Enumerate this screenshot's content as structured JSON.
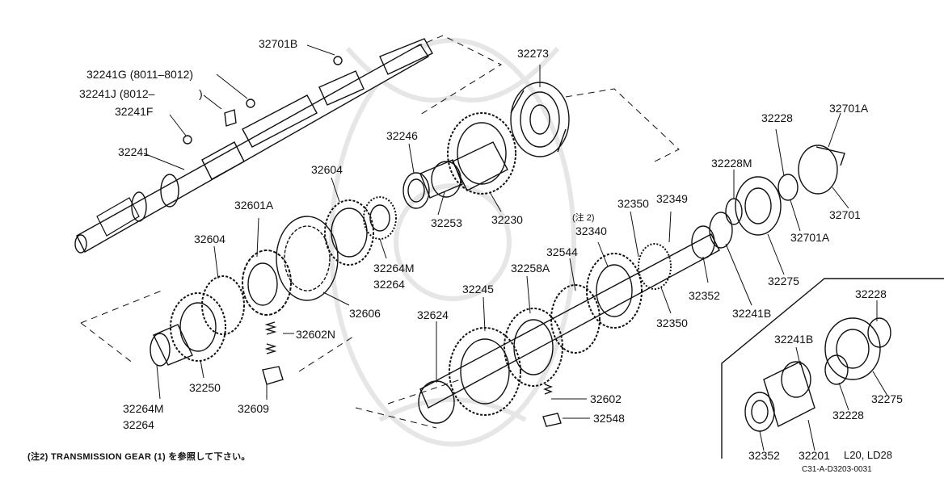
{
  "colors": {
    "ink": "#111111",
    "paper": "#ffffff",
    "watermark": "#e6e6e6"
  },
  "labels": {
    "p32701B": "32701B",
    "p32241G": "32241G (8011–8012)",
    "p32241J": "32241J (8012–",
    "p32241J_close": ")",
    "p32241F": "32241F",
    "p32241": "32241",
    "p32273": "32273",
    "p32246": "32246",
    "p32604_top": "32604",
    "p32604_left": "32604",
    "p32601A": "32601A",
    "p32253": "32253",
    "p32230": "32230",
    "p32264M_mid": "32264M",
    "p32264_mid": "32264",
    "p32606": "32606",
    "p32602N": "32602N",
    "p32250": "32250",
    "p32264M_bottom": "32264M",
    "p32264_bottom": "32264",
    "p32609": "32609",
    "p32228_top": "32228",
    "p32701A_top": "32701A",
    "p32228M": "32228M",
    "p32350_top": "32350",
    "p32349": "32349",
    "note2_top": "(注 2)",
    "p32340": "32340",
    "p32544": "32544",
    "p32258A": "32258A",
    "p32245": "32245",
    "p32624": "32624",
    "p32701": "32701",
    "p32701A_bottom": "32701A",
    "p32352_mid": "32352",
    "p32241B_mid": "32241B",
    "p32275_mid": "32275",
    "p32350_bottom": "32350",
    "p32602": "32602",
    "p32548": "32548",
    "p32228_inset_top": "32228",
    "p32241B_inset": "32241B",
    "p32275_inset": "32275",
    "p32228_inset_bottom": "32228",
    "p32352_inset": "32352",
    "p32201": "32201",
    "model": "L20, LD28",
    "diagram_code": "C31-A-D3203-0031"
  },
  "footnote": "(注2) TRANSMISSION GEAR (1) を参照して下さい。"
}
